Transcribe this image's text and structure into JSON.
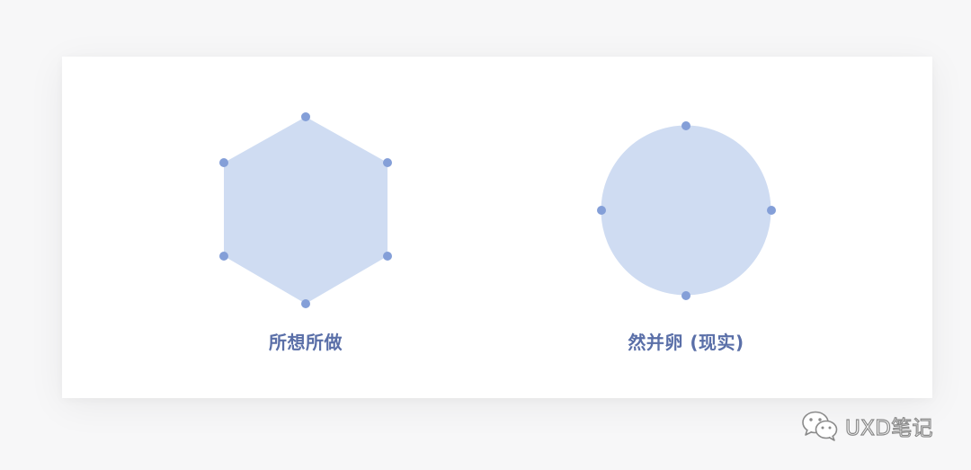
{
  "left_panel": {
    "caption": "所想所做",
    "shape": "hexagon",
    "vertex_count": 6
  },
  "right_panel": {
    "caption": "然并卵 (现实)",
    "shape": "circle",
    "vertex_count": 4
  },
  "colors": {
    "background": "#f7f7f8",
    "card": "#ffffff",
    "shape_fill": "#cfdcf2",
    "vertex_dot": "#849fd8",
    "caption_text": "#5a6fa8"
  },
  "watermark": {
    "icon": "wechat-icon",
    "text": "UXD笔记"
  }
}
